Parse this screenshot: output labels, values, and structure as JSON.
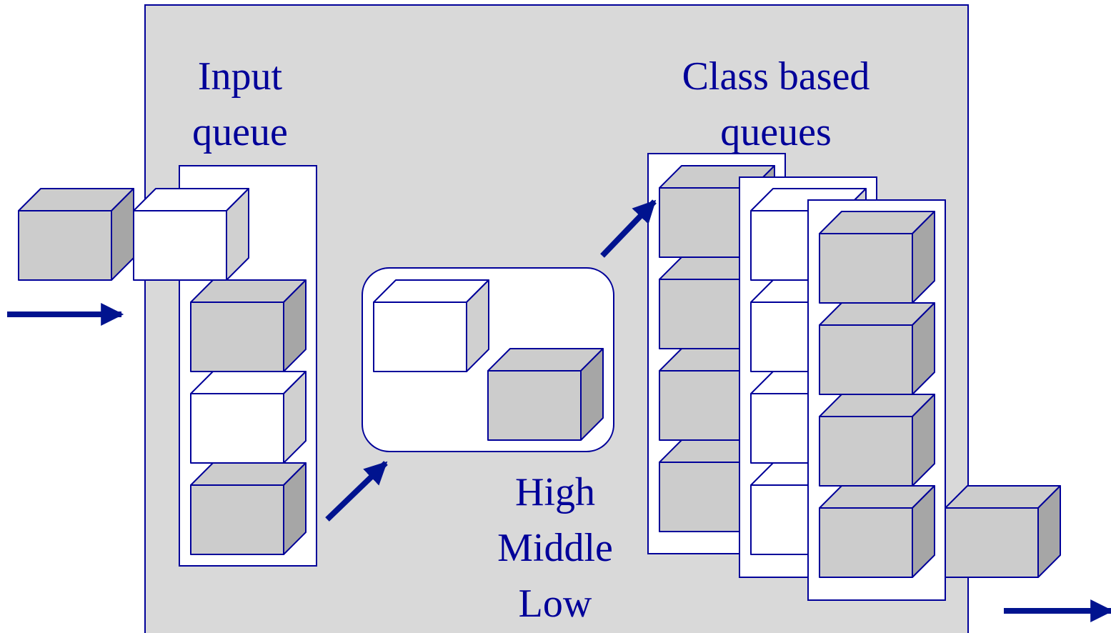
{
  "labels": {
    "input_queue_line1": "Input",
    "input_queue_line2": "queue",
    "class_queues_line1": "Class based",
    "class_queues_line2": "queues",
    "priority_high": "High",
    "priority_middle": "Middle",
    "priority_low": "Low"
  },
  "colors": {
    "panel_fill": "#d9d9d9",
    "stroke": "#000099",
    "text": "#000099",
    "arrow": "#00138f",
    "packet_gray": "#cccccc",
    "packet_side": "#a6a6a6",
    "packet_white": "#ffffff"
  },
  "packets": {
    "incoming": [
      "gray",
      "white"
    ],
    "input_queue": [
      "gray",
      "white",
      "gray"
    ],
    "classifier": [
      "white",
      "gray"
    ],
    "class_queue_back": [
      "gray",
      "gray",
      "gray",
      "gray"
    ],
    "class_queue_middle": [
      "white",
      "white",
      "white",
      "white"
    ],
    "class_queue_front": [
      "gray",
      "gray",
      "gray",
      "gray"
    ],
    "outgoing": [
      "gray"
    ]
  }
}
